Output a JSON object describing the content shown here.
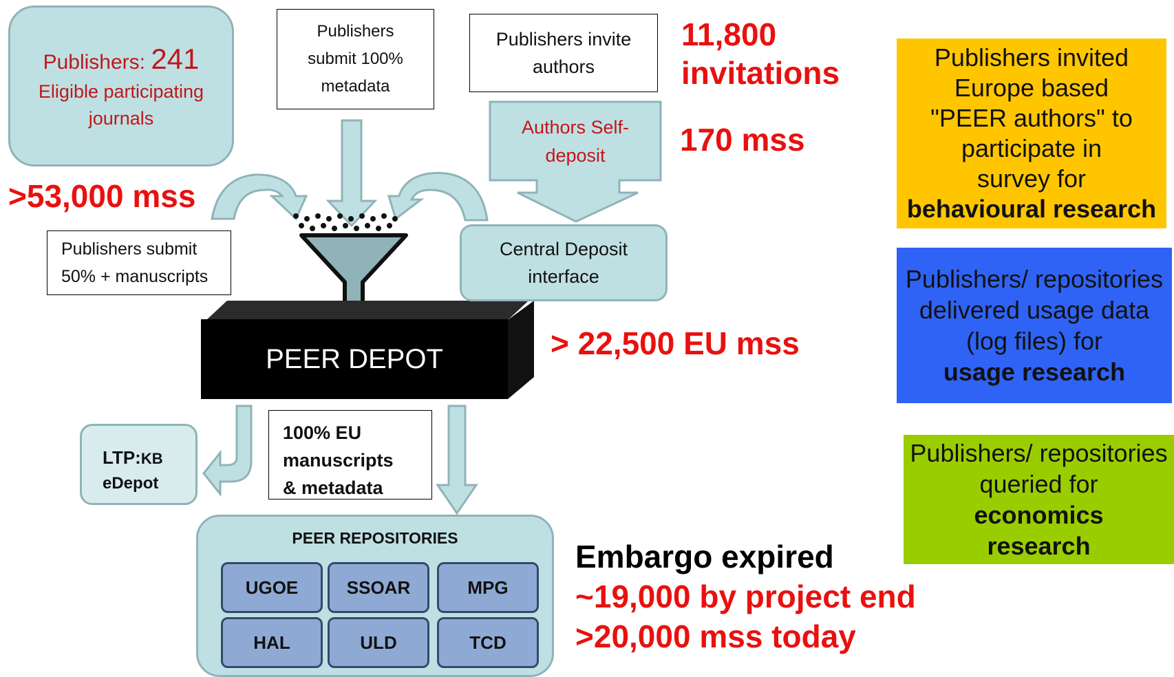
{
  "publishers": {
    "label": "Publishers:",
    "count": "241",
    "line2": "Eligible participating",
    "line3": "journals"
  },
  "stat_53000": ">53,000 mss",
  "submit_100": {
    "line1": "Publishers",
    "line2": "submit 100%",
    "line3": "metadata"
  },
  "invite": {
    "line1": "Publishers invite",
    "line2": "authors"
  },
  "stat_11800": {
    "line1": "11,800",
    "line2": "invitations"
  },
  "self_deposit": {
    "line1": "Authors Self-",
    "line2": "deposit"
  },
  "stat_170": "170 mss",
  "submit_50": {
    "line1": "Publishers submit",
    "line2": "50% + manuscripts"
  },
  "central_deposit": {
    "line1": "Central Deposit",
    "line2": "interface"
  },
  "depot_label": "PEER DEPOT",
  "stat_22500": "> 22,500 EU mss",
  "ltp": {
    "line1a": "LTP:",
    "line1b": "KB",
    "line2": "eDepot"
  },
  "eu_manuscripts": {
    "line1": "100% EU",
    "line2": "manuscripts",
    "line3": "& metadata"
  },
  "repositories": {
    "title": "PEER REPOSITORIES",
    "items": [
      "UGOE",
      "SSOAR",
      "MPG",
      "HAL",
      "ULD",
      "TCD"
    ]
  },
  "embargo": {
    "line1": "Embargo expired",
    "line2": "~19,000 by project end",
    "line3": ">20,000 mss today"
  },
  "behavioural": {
    "line1": "Publishers invited",
    "line2": "Europe based",
    "line3": "\"PEER authors\" to",
    "line4": "participate in",
    "line5": "survey for",
    "bold": "behavioural research"
  },
  "usage": {
    "line1": "Publishers/ repositories",
    "line2": "delivered usage data",
    "line3": "(log files) for",
    "bold": "usage research"
  },
  "economics": {
    "line1": "Publishers/ repositories",
    "line2": "queried for",
    "bold1": "economics",
    "bold2": "research"
  },
  "colors": {
    "orange": "#ffc600",
    "blue": "#2f63f5",
    "green": "#9acd00",
    "teal": "#bfe0e3",
    "red": "#e8110f"
  }
}
